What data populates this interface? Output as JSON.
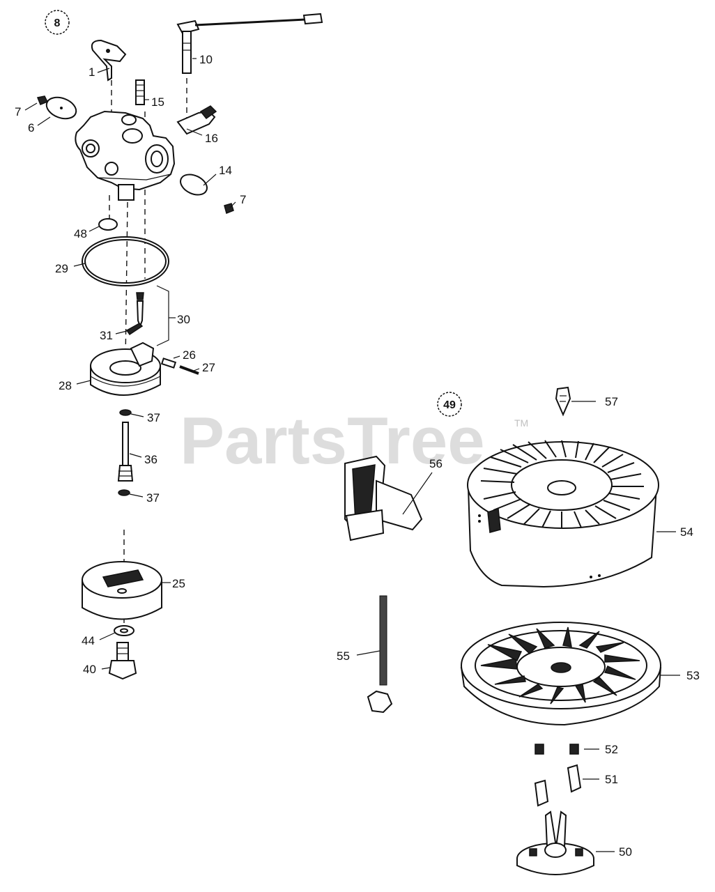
{
  "watermark": {
    "brand": "PartsTree",
    "tm": "TM"
  },
  "group_refs": [
    "8",
    "49"
  ],
  "part_labels": {
    "p1": "1",
    "p10": "10",
    "p15": "15",
    "p7a": "7",
    "p6": "6",
    "p16": "16",
    "p14": "14",
    "p7b": "7",
    "p48": "48",
    "p29": "29",
    "p30": "30",
    "p31": "31",
    "p26": "26",
    "p27": "27",
    "p28": "28",
    "p37a": "37",
    "p36": "36",
    "p37b": "37",
    "p25": "25",
    "p44": "44",
    "p40": "40",
    "p57": "57",
    "p56": "56",
    "p54": "54",
    "p55": "55",
    "p53": "53",
    "p52": "52",
    "p51": "51",
    "p50": "50"
  }
}
